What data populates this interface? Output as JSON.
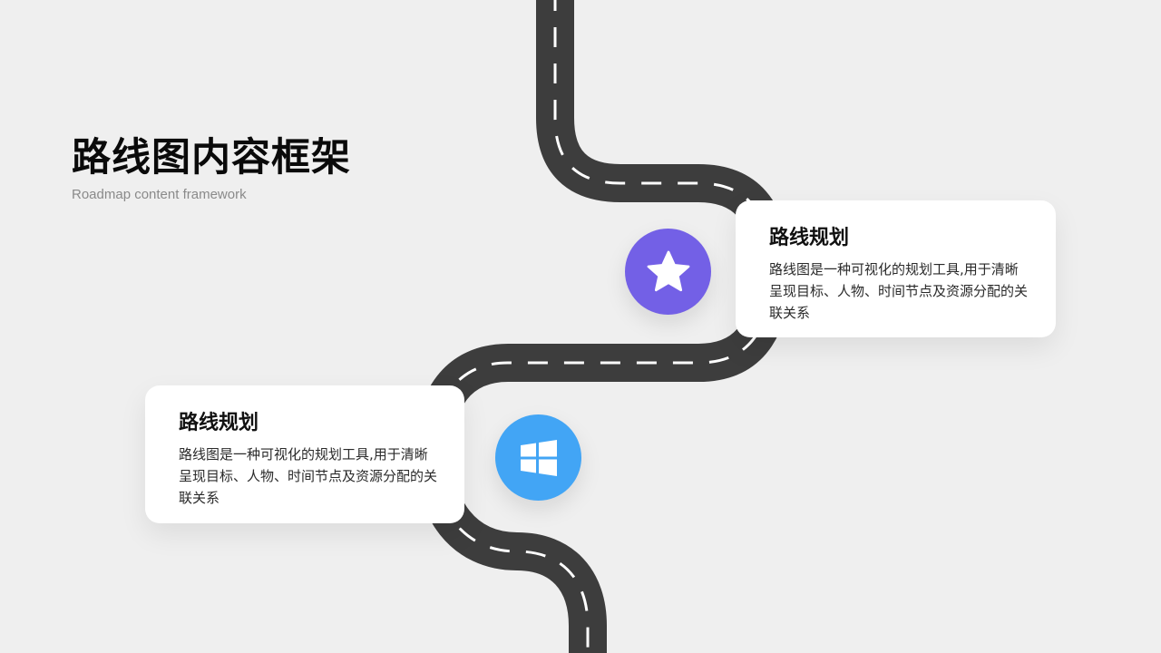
{
  "header": {
    "title": "路线图内容框架",
    "subtitle": "Roadmap content framework"
  },
  "milestones": [
    {
      "title": "路线规划",
      "description": "路线图是一种可视化的规划工具,用于清晰呈现目标、人物、时间节点及资源分配的关联关系",
      "icon": "star-icon",
      "icon_color": "#7360e6"
    },
    {
      "title": "路线规划",
      "description": "路线图是一种可视化的规划工具,用于清晰呈现目标、人物、时间节点及资源分配的关联关系",
      "icon": "windows-icon",
      "icon_color": "#42a5f5"
    }
  ],
  "colors": {
    "background": "#efefef",
    "road": "#3d3d3d",
    "road_marking": "#ffffff",
    "card": "#ffffff"
  }
}
